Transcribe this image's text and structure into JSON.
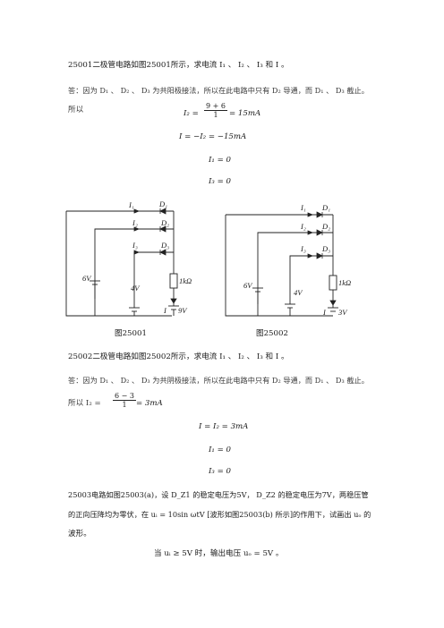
{
  "p25001": {
    "question": "25001二极管电路如图25001所示，求电流 I₁ 、 I₂ 、 I₃ 和 I 。",
    "answer_line1": "答：因为 D₁ 、 D₂ 、 D₃ 为共阳极接法，所以在此电路中只有 D₂ 导通，而 D₁ 、 D₃ 截止。",
    "answer_line2": "所以",
    "eq1_lhs": "I₂ =",
    "eq1_num": "9 + 6",
    "eq1_den": "1",
    "eq1_rhs": "= 15mA",
    "eq2": "I = −I₂ = −15mA",
    "eq3": "I₁ = 0",
    "eq4": "I₃ = 0"
  },
  "figures": {
    "fig1": {
      "caption": "图25001",
      "labels": {
        "i1": "I₁",
        "i2": "I₂",
        "i3": "I₃",
        "d1": "D₁",
        "d2": "D₂",
        "d3": "D₃",
        "v6": "6V",
        "v4": "4V",
        "r": "1kΩ",
        "i": "I",
        "v9": "9V"
      }
    },
    "fig2": {
      "caption": "图25002",
      "labels": {
        "i1": "I₁",
        "i2": "I₂",
        "i3": "I₃",
        "d1": "D₁",
        "d2": "D₂",
        "d3": "D₃",
        "v6": "6V",
        "v4": "4V",
        "r": "1kΩ",
        "i": "I",
        "v3": "3V"
      }
    }
  },
  "p25002": {
    "question": "25002二极管电路如图25002所示，求电流 I₁ 、 I₂ 、 I₃ 和 I 。",
    "answer_line1": "答：因为 D₁ 、 D₂ 、 D₃ 为共阴极接法，所以在此电路中只有 D₂ 导通，而 D₁ 、 D₃ 截止。",
    "answer_line2": "所以 I₂ =",
    "eq1_num": "6 − 3",
    "eq1_den": "1",
    "eq1_rhs": "= 3mA",
    "eq2": "I = I₂ = 3mA",
    "eq3": "I₁ = 0",
    "eq4": "I₃ = 0"
  },
  "p25003": {
    "line1": "25003电路如图25003(a)，设 D_Z1 的稳定电压为5V， D_Z2 的稳定电压为7V，两稳压管",
    "line2": "的正向压降均为零伏，在 uᵢ = 10sin ωtV [波形如图25003(b) 所示]的作用下，试画出 uₒ 的",
    "line3": "波形。",
    "line4": "当 uᵢ ≥ 5V 时，输出电压 uₒ = 5V 。"
  }
}
